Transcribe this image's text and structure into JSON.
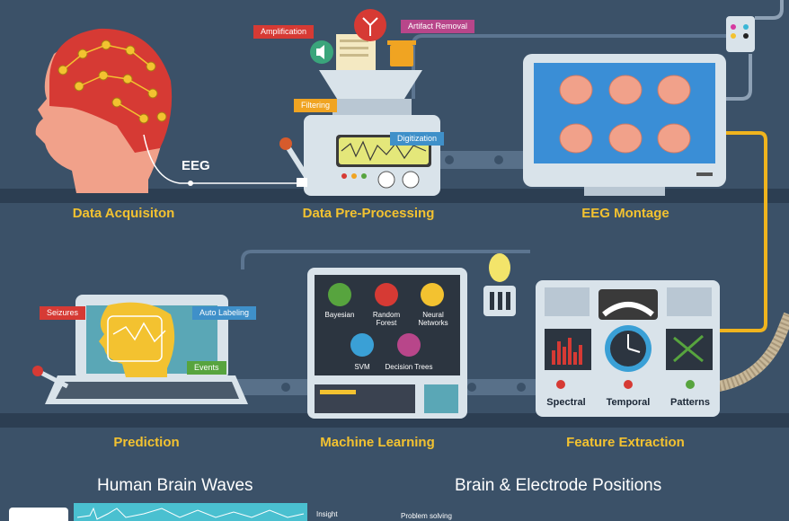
{
  "stages": {
    "acquisition": "Data Acquisiton",
    "preprocessing": "Data Pre-Processing",
    "montage": "EEG Montage",
    "prediction": "Prediction",
    "ml": "Machine Learning",
    "features": "Feature Extraction"
  },
  "eeg_label": "EEG",
  "tags": {
    "amplification": "Amplification",
    "artifact": "Artifact Removal",
    "filtering": "Filtering",
    "digitization": "Digitization",
    "seizures": "Seizures",
    "auto_labeling": "Auto Labeling",
    "events": "Events"
  },
  "ml_methods": [
    "Bayesian",
    "Random\nForest",
    "Neural\nNetworks",
    "SVM",
    "Decision Trees"
  ],
  "feature_types": [
    "Spectral",
    "Temporal",
    "Patterns"
  ],
  "bottom": {
    "brain_waves_title": "Human Brain Waves",
    "electrode_title": "Brain & Electrode Positions",
    "insight": "Insight",
    "problem_solving": "Problem solving"
  },
  "colors": {
    "background": "#3b5168",
    "accent": "#f3c230",
    "cable": "#f0b41e"
  }
}
